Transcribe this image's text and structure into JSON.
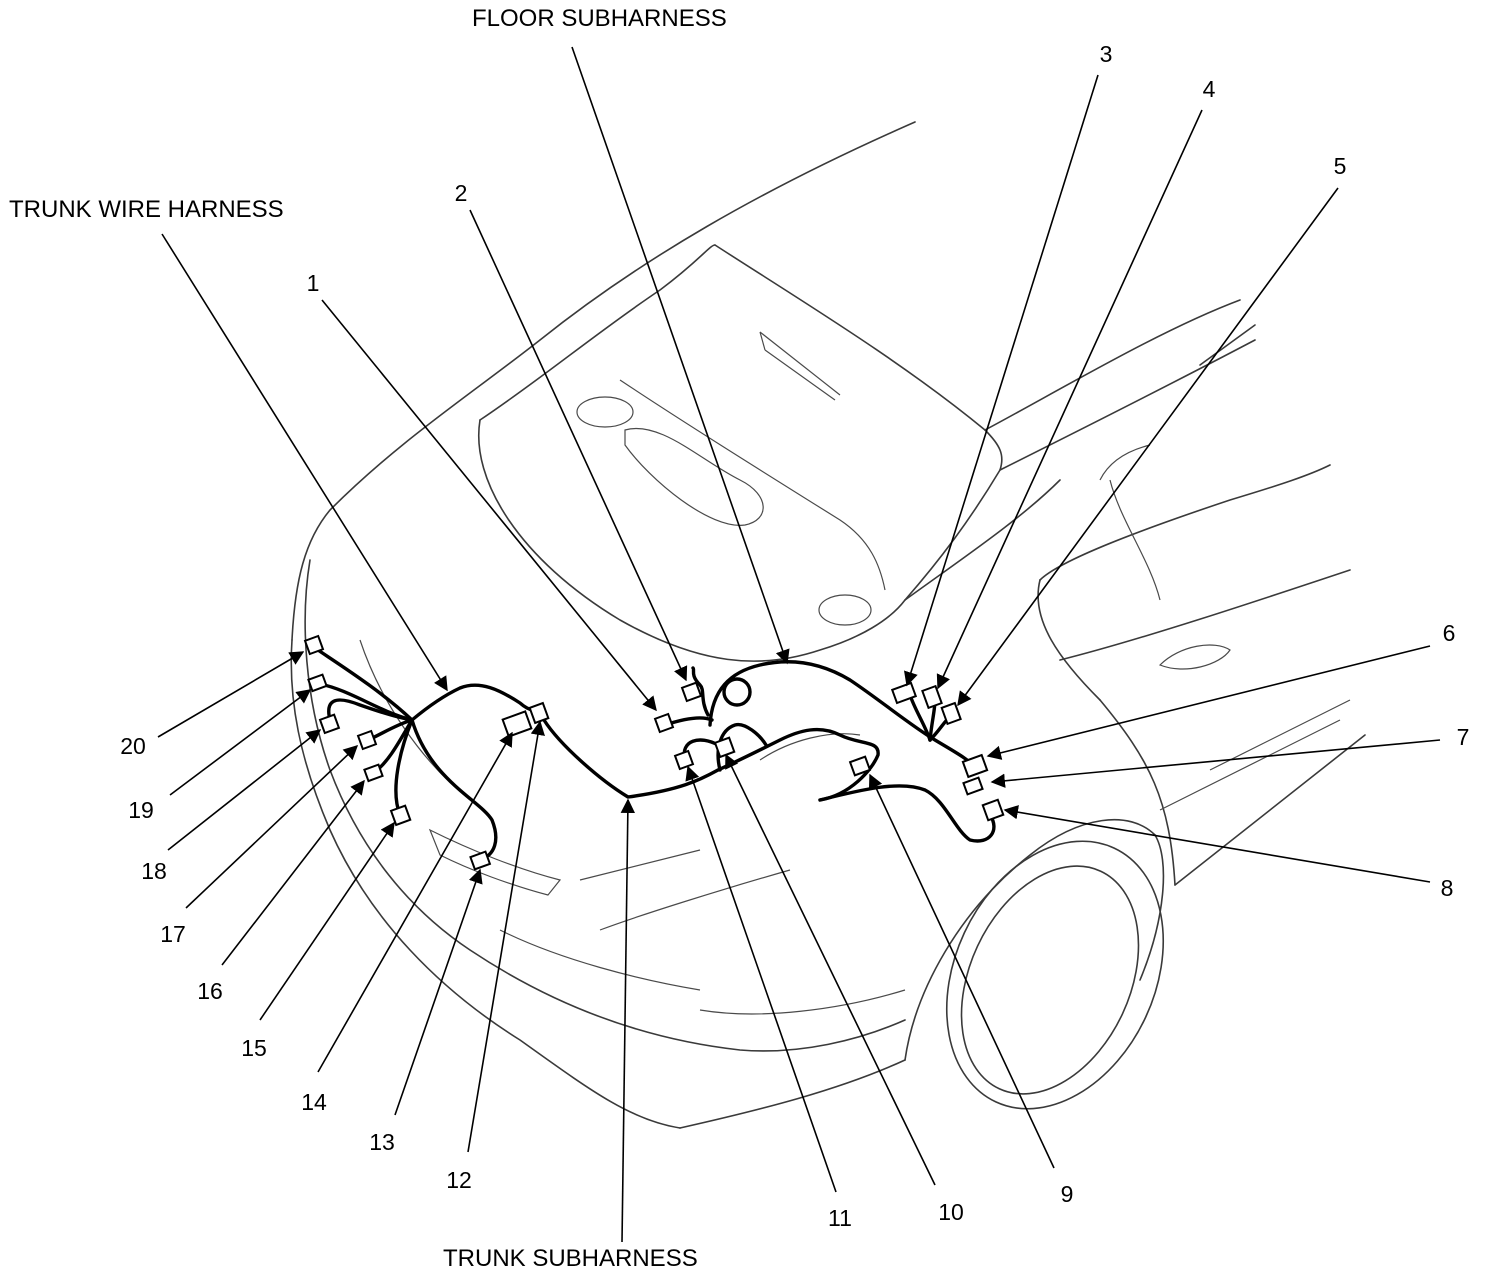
{
  "labels": {
    "floor_subharness": "FLOOR SUBHARNESS",
    "trunk_wire_harness": "TRUNK WIRE HARNESS",
    "trunk_subharness": "TRUNK SUBHARNESS"
  },
  "callouts": [
    "1",
    "2",
    "3",
    "4",
    "5",
    "6",
    "7",
    "8",
    "9",
    "10",
    "11",
    "12",
    "13",
    "14",
    "15",
    "16",
    "17",
    "18",
    "19",
    "20"
  ],
  "colors": {
    "line": "#000000",
    "body_outline": "#3a3a3a",
    "background": "#ffffff"
  }
}
